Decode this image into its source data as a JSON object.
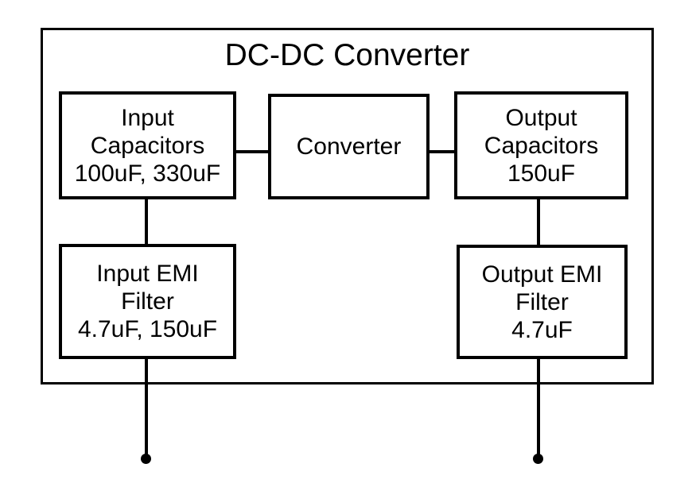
{
  "diagram": {
    "title": "DC-DC Converter",
    "blocks": {
      "input_capacitors": {
        "lines": [
          "Input",
          "Capacitors",
          "100uF, 330uF"
        ]
      },
      "converter": {
        "lines": [
          "Converter"
        ]
      },
      "output_capacitors": {
        "lines": [
          "Output",
          "Capacitors",
          "150uF"
        ]
      },
      "input_emi_filter": {
        "lines": [
          "Input EMI",
          "Filter",
          "4.7uF, 150uF"
        ]
      },
      "output_emi_filter": {
        "lines": [
          "Output EMI",
          "Filter",
          "4.7uF"
        ]
      }
    },
    "colors": {
      "stroke": "#000000",
      "background": "#ffffff",
      "text": "#000000"
    }
  }
}
